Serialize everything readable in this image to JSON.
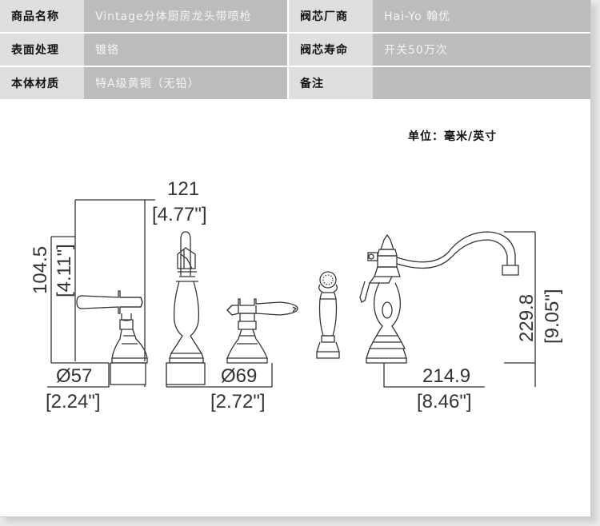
{
  "spec_table": {
    "rows": [
      {
        "label1": "商品名称",
        "value1": "Vintage分体厨房龙头带喷枪",
        "label2": "阀芯厂商",
        "value2": "Hai-Yo 翰优"
      },
      {
        "label1": "表面处理",
        "value1": "镀铬",
        "label2": "阀芯寿命",
        "value2": "开关50万次"
      },
      {
        "label1": "本体材质",
        "value1": "特A级黄铜（无铅）",
        "label2": "备注",
        "value2": ""
      }
    ]
  },
  "unit_note": "单位：毫米/英寸",
  "dimensions": {
    "spacing_mm": "121",
    "spacing_in": "[4.77\"]",
    "handle_height_mm": "104.5",
    "handle_height_in": "[4.11\"]",
    "base_dia_left_mm": "Ø57",
    "base_dia_left_in": "[2.24\"]",
    "base_dia_mid_mm": "Ø69",
    "base_dia_mid_in": "[2.72\"]",
    "spout_reach_mm": "214.9",
    "spout_reach_in": "[8.46\"]",
    "spout_height_mm": "229.8",
    "spout_height_in": "[9.05\"]"
  },
  "colors": {
    "label_bg": "#dedede",
    "value_bg": "#bcbcbc",
    "line": "#333333"
  }
}
